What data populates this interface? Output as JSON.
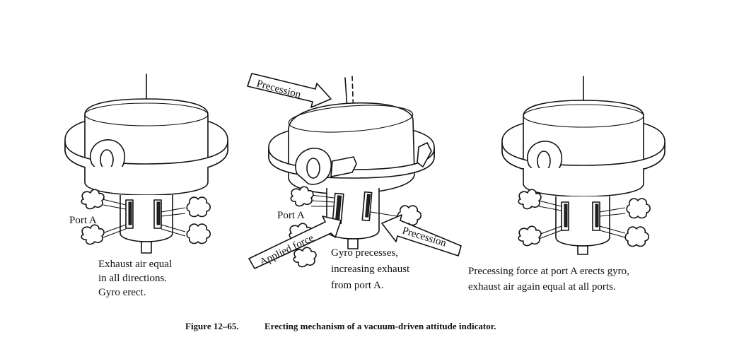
{
  "figure": {
    "caption_prefix": "Figure 12–65.",
    "caption_text": "Erecting mechanism of a vacuum-driven attitude indicator."
  },
  "panels": [
    {
      "port_label": "Port A",
      "description_lines": [
        "Exhaust air equal",
        "in all directions.",
        "Gyro erect."
      ]
    },
    {
      "port_label": "Port A",
      "top_arrow_label": "Precession",
      "applied_force_label": "Applied force",
      "side_arrow_label": "Precession",
      "description_lines": [
        "Gyro precesses,",
        "increasing exhaust",
        "from port A."
      ]
    },
    {
      "description_lines": [
        "Precessing force at port A erects gyro,",
        "exhaust air again  equal  at all ports."
      ]
    }
  ]
}
